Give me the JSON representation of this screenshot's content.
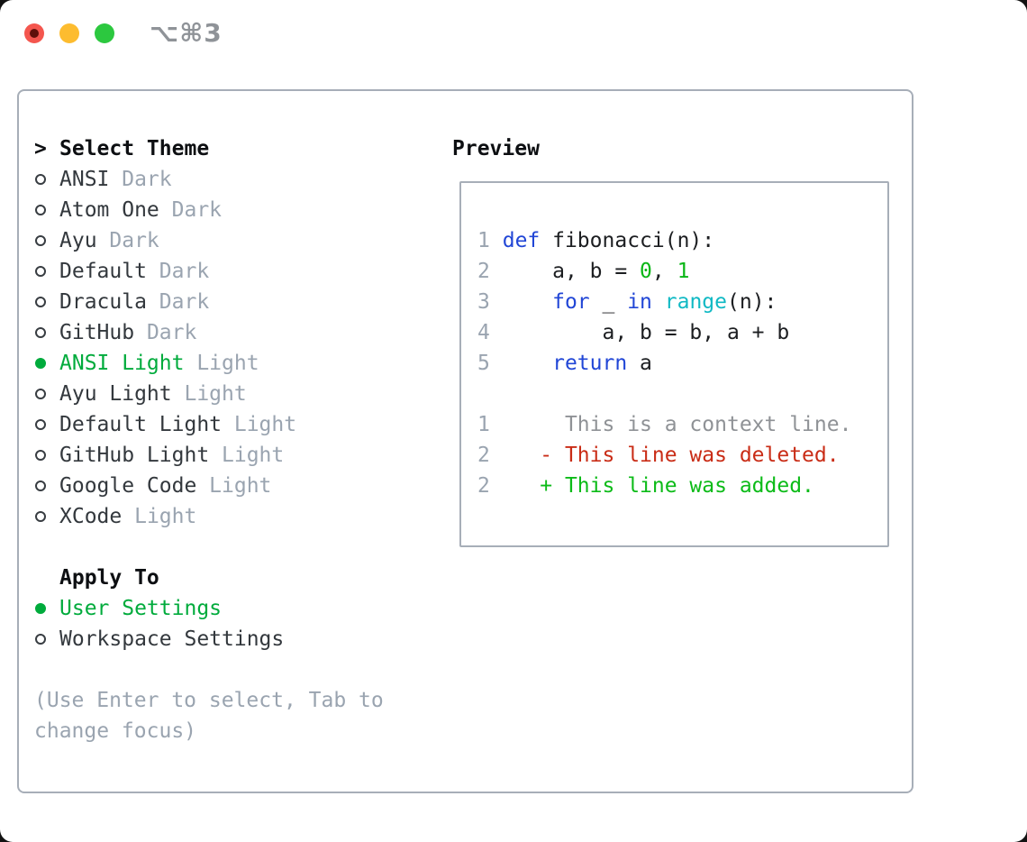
{
  "window": {
    "shortcut": "⌥⌘3",
    "traffic_lights": [
      "close",
      "minimize",
      "zoom"
    ]
  },
  "colors": {
    "select_green": "#00ab3c",
    "keyword_blue": "#2146d6",
    "function_cyan": "#10b9c4",
    "number_green": "#0ab616",
    "added_green": "#0cbb18",
    "deleted_red": "#c92c16",
    "red_light": "#f4564e",
    "yellow_light": "#fdbc2f",
    "green_light": "#2cc83f"
  },
  "theme_panel": {
    "heading_prefix": ">",
    "heading": "Select Theme",
    "themes": [
      {
        "name": "ANSI",
        "variant": "Dark",
        "selected": false
      },
      {
        "name": "Atom One",
        "variant": "Dark",
        "selected": false
      },
      {
        "name": "Ayu",
        "variant": "Dark",
        "selected": false
      },
      {
        "name": "Default",
        "variant": "Dark",
        "selected": false
      },
      {
        "name": "Dracula",
        "variant": "Dark",
        "selected": false
      },
      {
        "name": "GitHub",
        "variant": "Dark",
        "selected": false
      },
      {
        "name": "ANSI Light",
        "variant": "Light",
        "selected": true
      },
      {
        "name": "Ayu Light",
        "variant": "Light",
        "selected": false
      },
      {
        "name": "Default Light",
        "variant": "Light",
        "selected": false
      },
      {
        "name": "GitHub Light",
        "variant": "Light",
        "selected": false
      },
      {
        "name": "Google Code",
        "variant": "Light",
        "selected": false
      },
      {
        "name": "XCode",
        "variant": "Light",
        "selected": false
      }
    ],
    "apply_heading": "Apply To",
    "apply_options": [
      {
        "label": "User Settings",
        "selected": true
      },
      {
        "label": "Workspace Settings",
        "selected": false
      }
    ],
    "hint_lines": [
      "(Use Enter to select, Tab to",
      "change focus)"
    ]
  },
  "preview": {
    "heading": "Preview",
    "lines": [
      {
        "n": "1",
        "t": [
          [
            "kw",
            "def"
          ],
          [
            "pl",
            " fibonacci(n):"
          ]
        ]
      },
      {
        "n": "2",
        "t": [
          [
            "pl",
            "    a, b = "
          ],
          [
            "nm",
            "0"
          ],
          [
            "pl",
            ", "
          ],
          [
            "nm",
            "1"
          ]
        ]
      },
      {
        "n": "3",
        "t": [
          [
            "pl",
            "    "
          ],
          [
            "kw",
            "for"
          ],
          [
            "pl",
            " _ "
          ],
          [
            "kw",
            "in"
          ],
          [
            "pl",
            " "
          ],
          [
            "fn",
            "range"
          ],
          [
            "pl",
            "(n):"
          ]
        ]
      },
      {
        "n": "4",
        "t": [
          [
            "pl",
            "        a, b = b, a + b"
          ]
        ]
      },
      {
        "n": "5",
        "t": [
          [
            "pl",
            "    "
          ],
          [
            "kw",
            "return"
          ],
          [
            "pl",
            " a"
          ]
        ]
      },
      {
        "n": "",
        "t": []
      },
      {
        "n": "1",
        "t": [
          [
            "ctx",
            "     This is a context line."
          ]
        ]
      },
      {
        "n": "2",
        "t": [
          [
            "pl",
            "   "
          ],
          [
            "del",
            "- This line was deleted."
          ]
        ]
      },
      {
        "n": "2",
        "t": [
          [
            "pl",
            "   "
          ],
          [
            "add",
            "+ This line was added."
          ]
        ]
      }
    ]
  }
}
